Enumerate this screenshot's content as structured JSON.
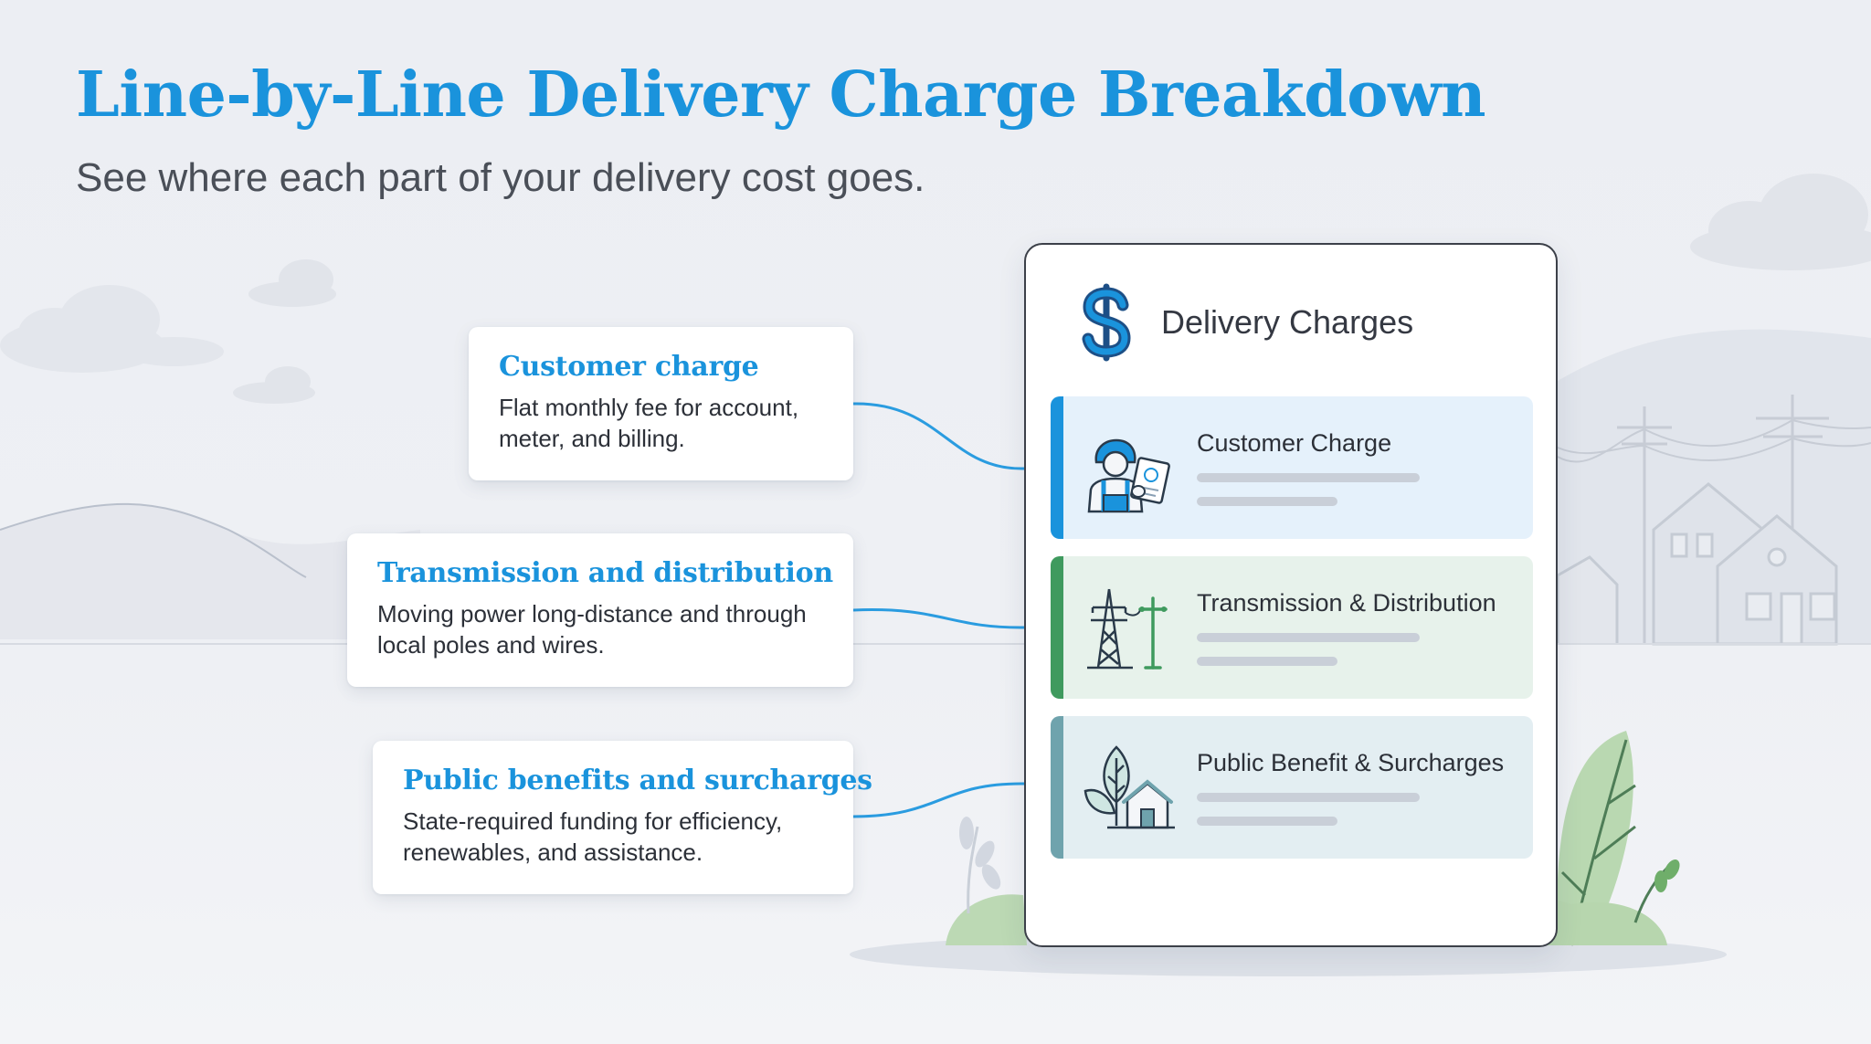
{
  "header": {
    "title": "Line-by-Line Delivery Charge Breakdown",
    "subtitle": "See where each part of your delivery cost goes."
  },
  "callouts": [
    {
      "title": "Customer charge",
      "text": "Flat monthly fee for account, meter, and billing."
    },
    {
      "title": "Transmission and distribution",
      "text": "Moving power long-distance and through local poles and wires."
    },
    {
      "title": "Public benefits and surcharges",
      "text": "State-required funding for efficiency, renewables, and assistance."
    }
  ],
  "panel": {
    "title": "Delivery Charges",
    "icon": "dollar-icon",
    "rows": [
      {
        "label": "Customer Charge",
        "icon": "technician-clipboard-icon",
        "accent": "#1a93dc"
      },
      {
        "label": "Transmission & Distribution",
        "icon": "power-tower-icon",
        "accent": "#3f9a5e"
      },
      {
        "label": "Public Benefit & Surcharges",
        "icon": "leaf-house-icon",
        "accent": "#6fa3ad"
      }
    ]
  },
  "colors": {
    "accent_blue": "#1a93dc",
    "accent_green": "#3f9a5e",
    "accent_teal": "#6fa3ad",
    "text_dark": "#2c3038"
  }
}
